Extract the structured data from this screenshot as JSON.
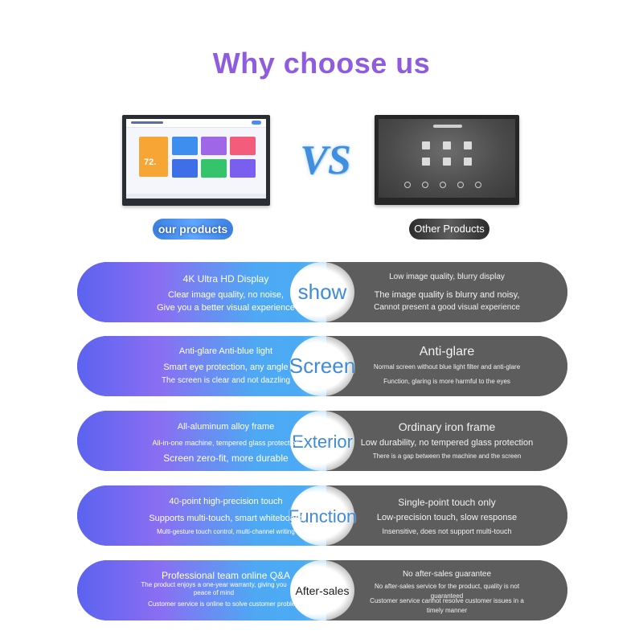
{
  "title": "Why choose us",
  "vs": "VS",
  "our_products": "our products",
  "other_products": "Other Products",
  "our_screen": {
    "score": "72."
  },
  "rows": [
    {
      "label": "show",
      "left": [
        "4K Ultra HD Display",
        "Clear image quality, no noise,",
        "Give you a better visual experience"
      ],
      "right": [
        "Low image quality, blurry display",
        "The image quality is blurry and noisy,",
        "Cannot present a good visual experience"
      ]
    },
    {
      "label": "Screen",
      "left": [
        "Anti-glare Anti-blue light",
        "Smart eye protection, any angle",
        "The screen is clear and not dazzling"
      ],
      "right": [
        "Anti-glare",
        "Normal screen without blue light filter and anti-glare",
        "Function, glaring is more harmful to the eyes"
      ]
    },
    {
      "label": "Exterior",
      "left": [
        "All-aluminum alloy frame",
        "All-in-one machine, tempered glass protection",
        "Screen zero-fit, more durable"
      ],
      "right": [
        "Ordinary iron frame",
        "Low durability, no tempered glass protection",
        "There is a gap between the machine and the screen"
      ]
    },
    {
      "label": "Function",
      "left": [
        "40-point high-precision touch",
        "Supports multi-touch, smart whiteboard",
        "Multi-gesture touch control, multi-channel writing"
      ],
      "right": [
        "Single-point touch only",
        "Low-precision touch, slow response",
        "Insensitive, does not support multi-touch"
      ]
    },
    {
      "label": "After-sales",
      "left": [
        "Professional team online Q&A",
        "The product enjoys a one-year warranty, giving you peace of mind",
        "Customer service is online to solve customer problems"
      ],
      "right": [
        "No after-sales guarantee",
        "No after-sales service for the product, quality is not guaranteed",
        "Customer service cannot resolve customer issues in a timely manner"
      ]
    }
  ],
  "colors": {
    "title": "#8f5ce0",
    "vs": "#3f8ee0",
    "left_gradient_start": "#5b63f0",
    "left_gradient_end": "#4aaef5",
    "right_panel": "#5d5d5d"
  }
}
